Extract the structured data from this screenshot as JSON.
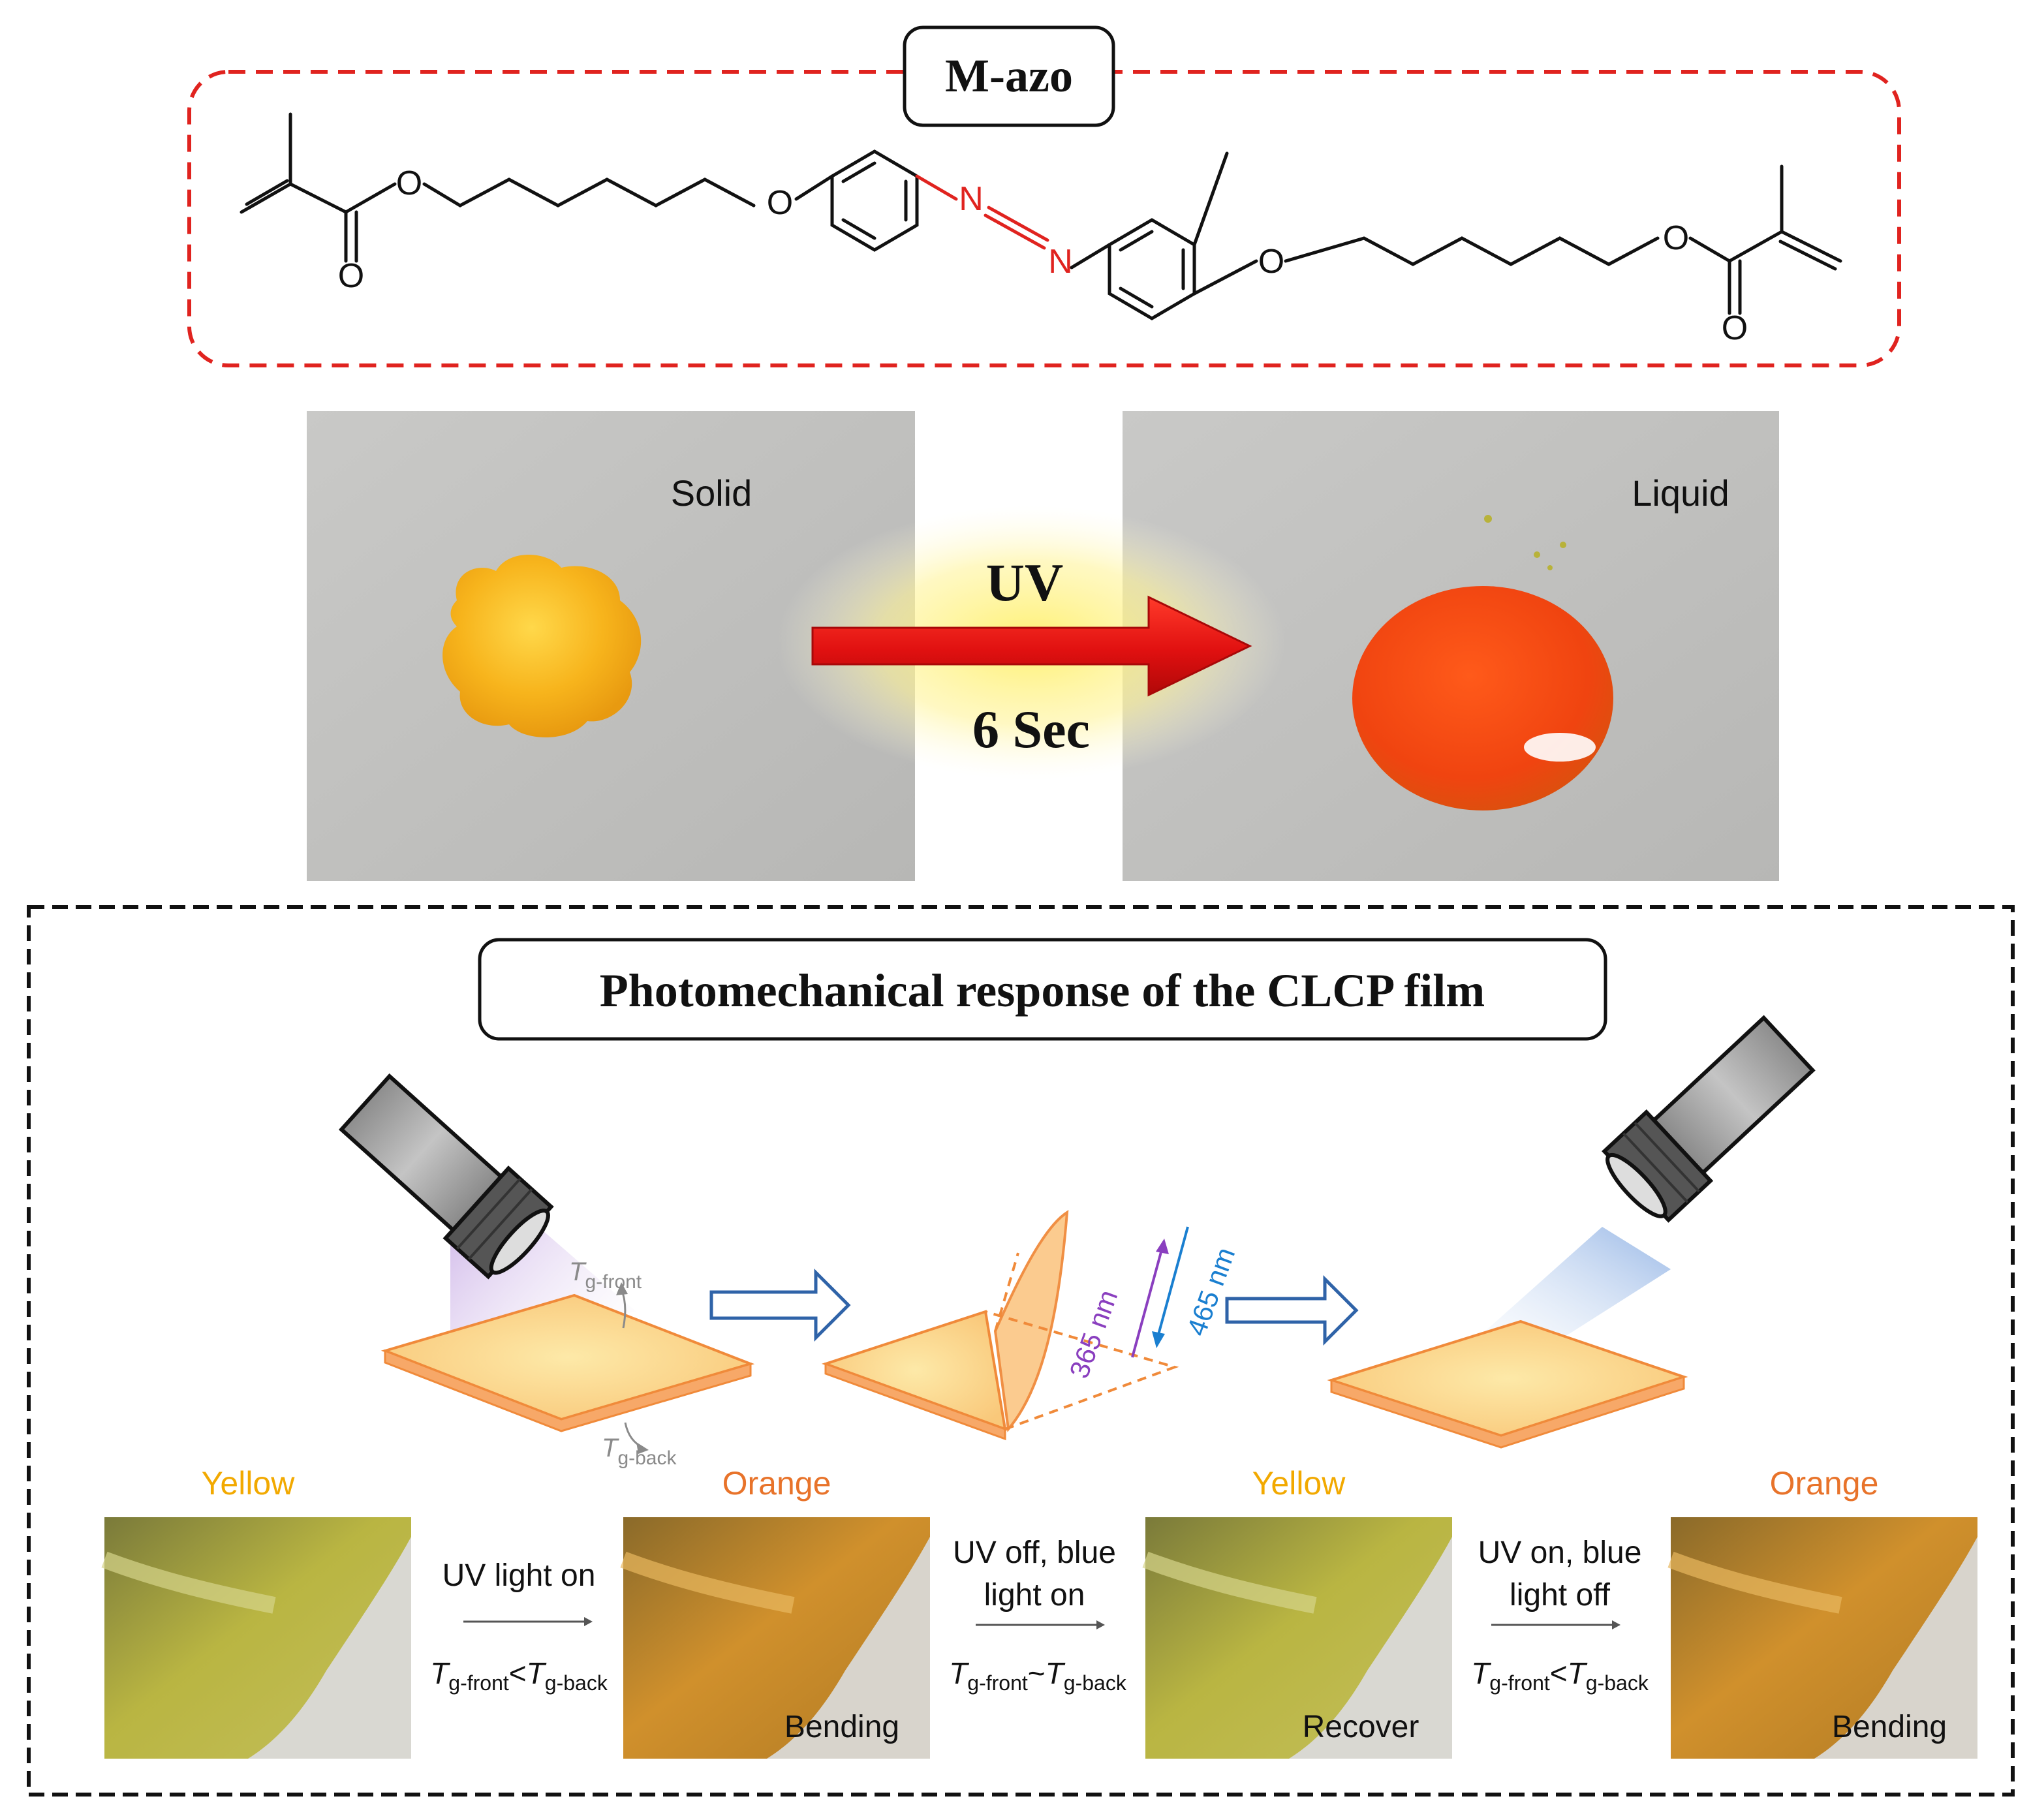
{
  "molecule": {
    "name": "M-azo",
    "atoms": {
      "oxygen": "O",
      "nitrogen": "N"
    }
  },
  "phase_change": {
    "before_label": "Solid",
    "after_label": "Liquid",
    "stimulus": "UV",
    "duration": "6 Sec"
  },
  "photomechanical": {
    "title": "Photomechanical response of the CLCP film",
    "tg_front": {
      "base": "T",
      "sub": "g-front"
    },
    "tg_back": {
      "base": "T",
      "sub": "g-back"
    },
    "wavelength_uv": "365 nm",
    "wavelength_blue": "465 nm",
    "states": [
      {
        "color_name": "Yellow",
        "color_hex": "#f2a900",
        "caption": ""
      },
      {
        "color_name": "Orange",
        "color_hex": "#e8732a",
        "caption": "Bending"
      },
      {
        "color_name": "Yellow",
        "color_hex": "#f2a900",
        "caption": "Recover"
      },
      {
        "color_name": "Orange",
        "color_hex": "#e8732a",
        "caption": "Bending"
      }
    ],
    "transitions": [
      {
        "line1": "UV light on",
        "line2": "",
        "relation": "<"
      },
      {
        "line1": "UV off, blue",
        "line2": "light on",
        "relation": "~"
      },
      {
        "line1": "UV on, blue",
        "line2": "light off",
        "relation": "<"
      }
    ]
  },
  "colors": {
    "red_dash": "#e0231f",
    "azo_red": "#e0231f",
    "uv_purple": "#8a3fbf",
    "blue_light": "#1a7fd0",
    "film_fill": "#fbd27a",
    "film_edge": "#f08a3a",
    "arrow_outline": "#2f63a8"
  }
}
